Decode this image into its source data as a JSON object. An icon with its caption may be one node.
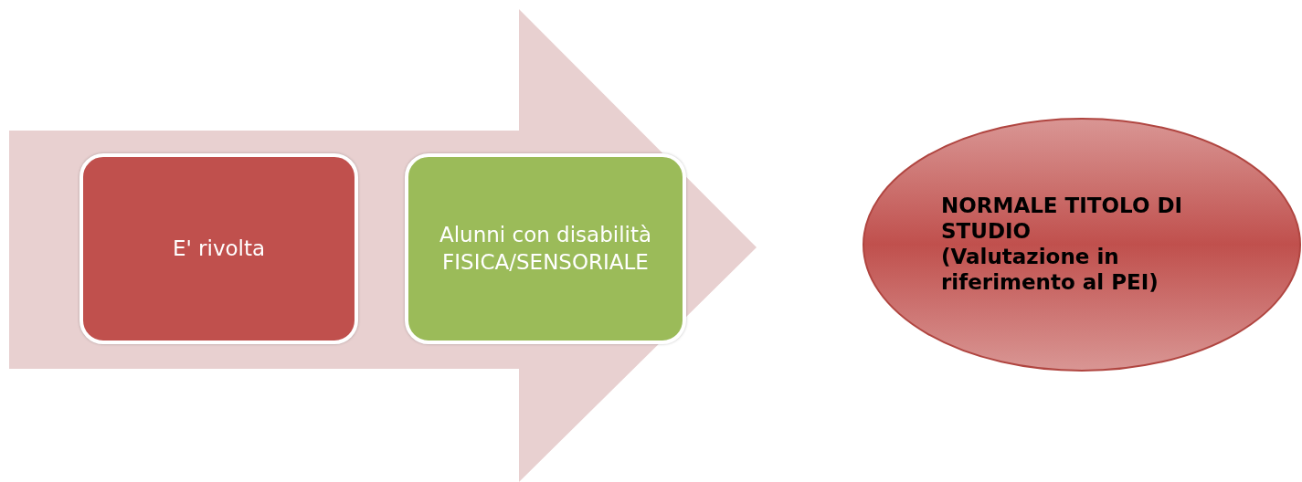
{
  "diagram": {
    "nodes": [
      {
        "text": [],
        "shape": "arrow"
      },
      {
        "text": [
          "E' rivolta"
        ],
        "in": 0
      },
      {
        "text": [
          "Alunni con disabilità FISICA/SENSORIALE"
        ],
        "in": 0
      },
      {
        "text": [
          "NORMALE TITOLO DI STUDIO",
          "(Valutazione in riferimento al PEI)"
        ]
      }
    ]
  }
}
